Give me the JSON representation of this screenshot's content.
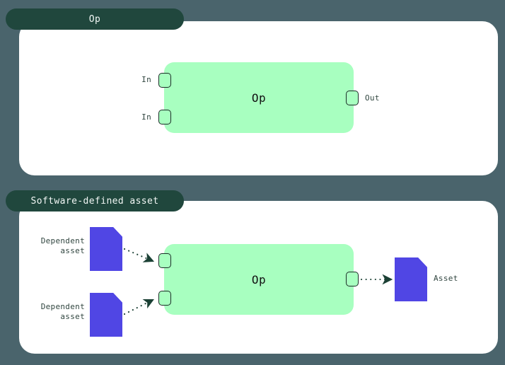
{
  "theme": {
    "background": "#4a646c",
    "panel_bg": "#ffffff",
    "tab_bg": "#20473d",
    "tab_text": "#f2f7f5",
    "op_fill": "#a8ffc0",
    "port_stroke": "#1b2d27",
    "asset_fill": "#5046e4",
    "label_text": "#30453f",
    "wire_color": "#1b4034"
  },
  "panels": [
    {
      "id": "op-panel",
      "tab_label": "Op",
      "op": {
        "label": "Op",
        "inputs": [
          {
            "label": "In",
            "port_name": "input-port-1"
          },
          {
            "label": "In",
            "port_name": "input-port-2"
          }
        ],
        "outputs": [
          {
            "label": "Out",
            "port_name": "output-port-1"
          }
        ]
      }
    },
    {
      "id": "software-defined-asset-panel",
      "tab_label": "Software-defined asset",
      "op": {
        "label": "Op",
        "inputs": [
          {
            "label": "",
            "port_name": "input-port-1"
          },
          {
            "label": "",
            "port_name": "input-port-2"
          }
        ],
        "outputs": [
          {
            "label": "",
            "port_name": "output-port-1"
          }
        ]
      },
      "upstream_assets": [
        {
          "label_line1": "Dependent",
          "label_line2": "asset",
          "icon": "asset-document-icon"
        },
        {
          "label_line1": "Dependent",
          "label_line2": "asset",
          "icon": "asset-document-icon"
        }
      ],
      "downstream_assets": [
        {
          "label_line1": "Asset",
          "label_line2": "",
          "icon": "asset-document-icon"
        }
      ]
    }
  ]
}
